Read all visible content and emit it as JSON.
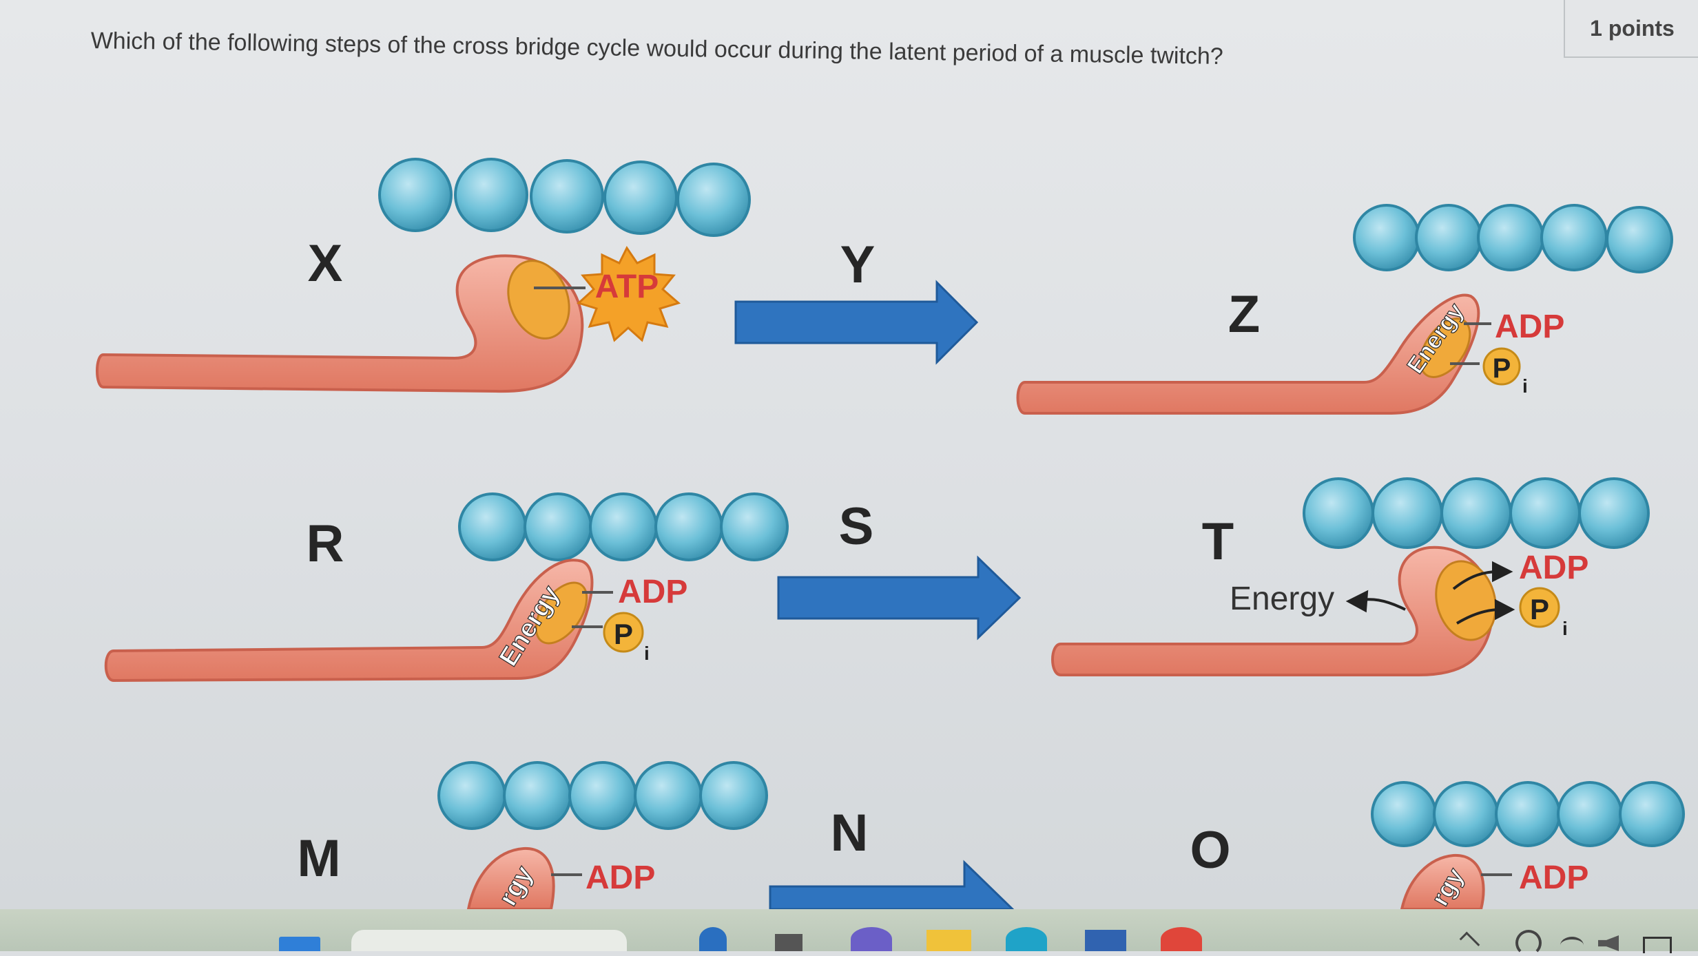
{
  "question": {
    "text": "Which of the following steps of the cross bridge cycle would occur during the latent period of a muscle twitch?",
    "points": "1 points"
  },
  "steps": {
    "x": "X",
    "y": "Y",
    "z": "Z",
    "r": "R",
    "s": "S",
    "t": "T",
    "m": "M",
    "n": "N",
    "o": "O"
  },
  "labels": {
    "atp": "ATP",
    "adp": "ADP",
    "p": "P",
    "i": "i",
    "energy": "Energy",
    "energy_partial": "rgy"
  },
  "colors": {
    "actin": "#58b4cf",
    "myosin": "#e98b78",
    "arrow": "#2f74bf",
    "atp_star": "#f4a128",
    "label_red": "#d63a3a"
  }
}
